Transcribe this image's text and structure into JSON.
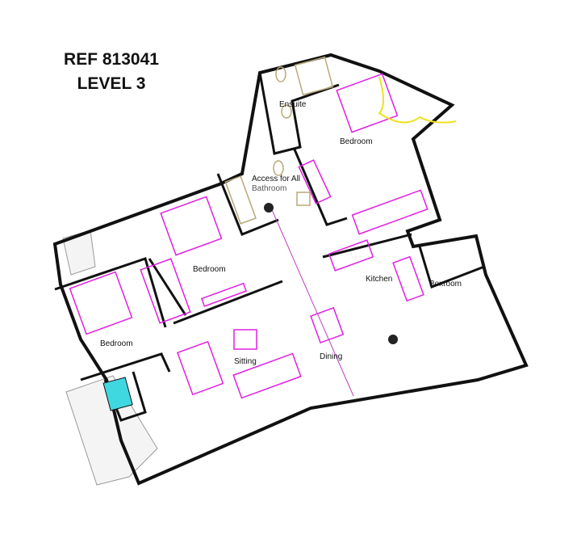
{
  "header": {
    "ref": "REF 813041",
    "level": "LEVEL 3"
  },
  "rooms": {
    "ensuite": "Ensuite",
    "bedroom_master": "Bedroom",
    "bathroom_line1": "Access for All",
    "bathroom_line2": "Bathroom",
    "bedroom_middle": "Bedroom",
    "bedroom_left": "Bedroom",
    "kitchen": "Kitchen",
    "boxroom": "Boxroom",
    "sitting": "Sitting",
    "dining": "Dining"
  },
  "colors": {
    "walls": "#111111",
    "furniture": "#e020e0",
    "fixtures": "#b8a878",
    "ac": "#40d8e0",
    "markup": "#f0e020"
  }
}
